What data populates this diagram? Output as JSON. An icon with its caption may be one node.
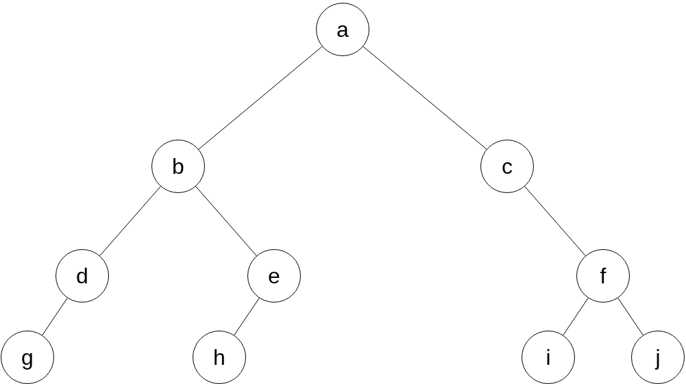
{
  "diagram": {
    "nodes": [
      {
        "text": [
          "a"
        ]
      },
      {
        "text": [
          "b"
        ]
      },
      {
        "text": [
          "c"
        ]
      },
      {
        "text": [
          "d"
        ]
      },
      {
        "text": [
          "e"
        ]
      },
      {
        "text": [
          "f"
        ]
      },
      {
        "text": [
          "g"
        ]
      },
      {
        "text": [
          "h"
        ]
      },
      {
        "text": [
          "i"
        ]
      },
      {
        "text": [
          "j"
        ]
      }
    ],
    "edges": [
      {
        "from": 0,
        "to": 1,
        "arrow": "none"
      },
      {
        "from": 0,
        "to": 2,
        "arrow": "none"
      },
      {
        "from": 1,
        "to": 3,
        "arrow": "none"
      },
      {
        "from": 1,
        "to": 4,
        "arrow": "none"
      },
      {
        "from": 2,
        "to": 5,
        "arrow": "none"
      },
      {
        "from": 3,
        "to": 6,
        "arrow": "none"
      },
      {
        "from": 4,
        "to": 7,
        "arrow": "none"
      },
      {
        "from": 5,
        "to": 8,
        "arrow": "none"
      },
      {
        "from": 5,
        "to": 9,
        "arrow": "none"
      }
    ]
  }
}
